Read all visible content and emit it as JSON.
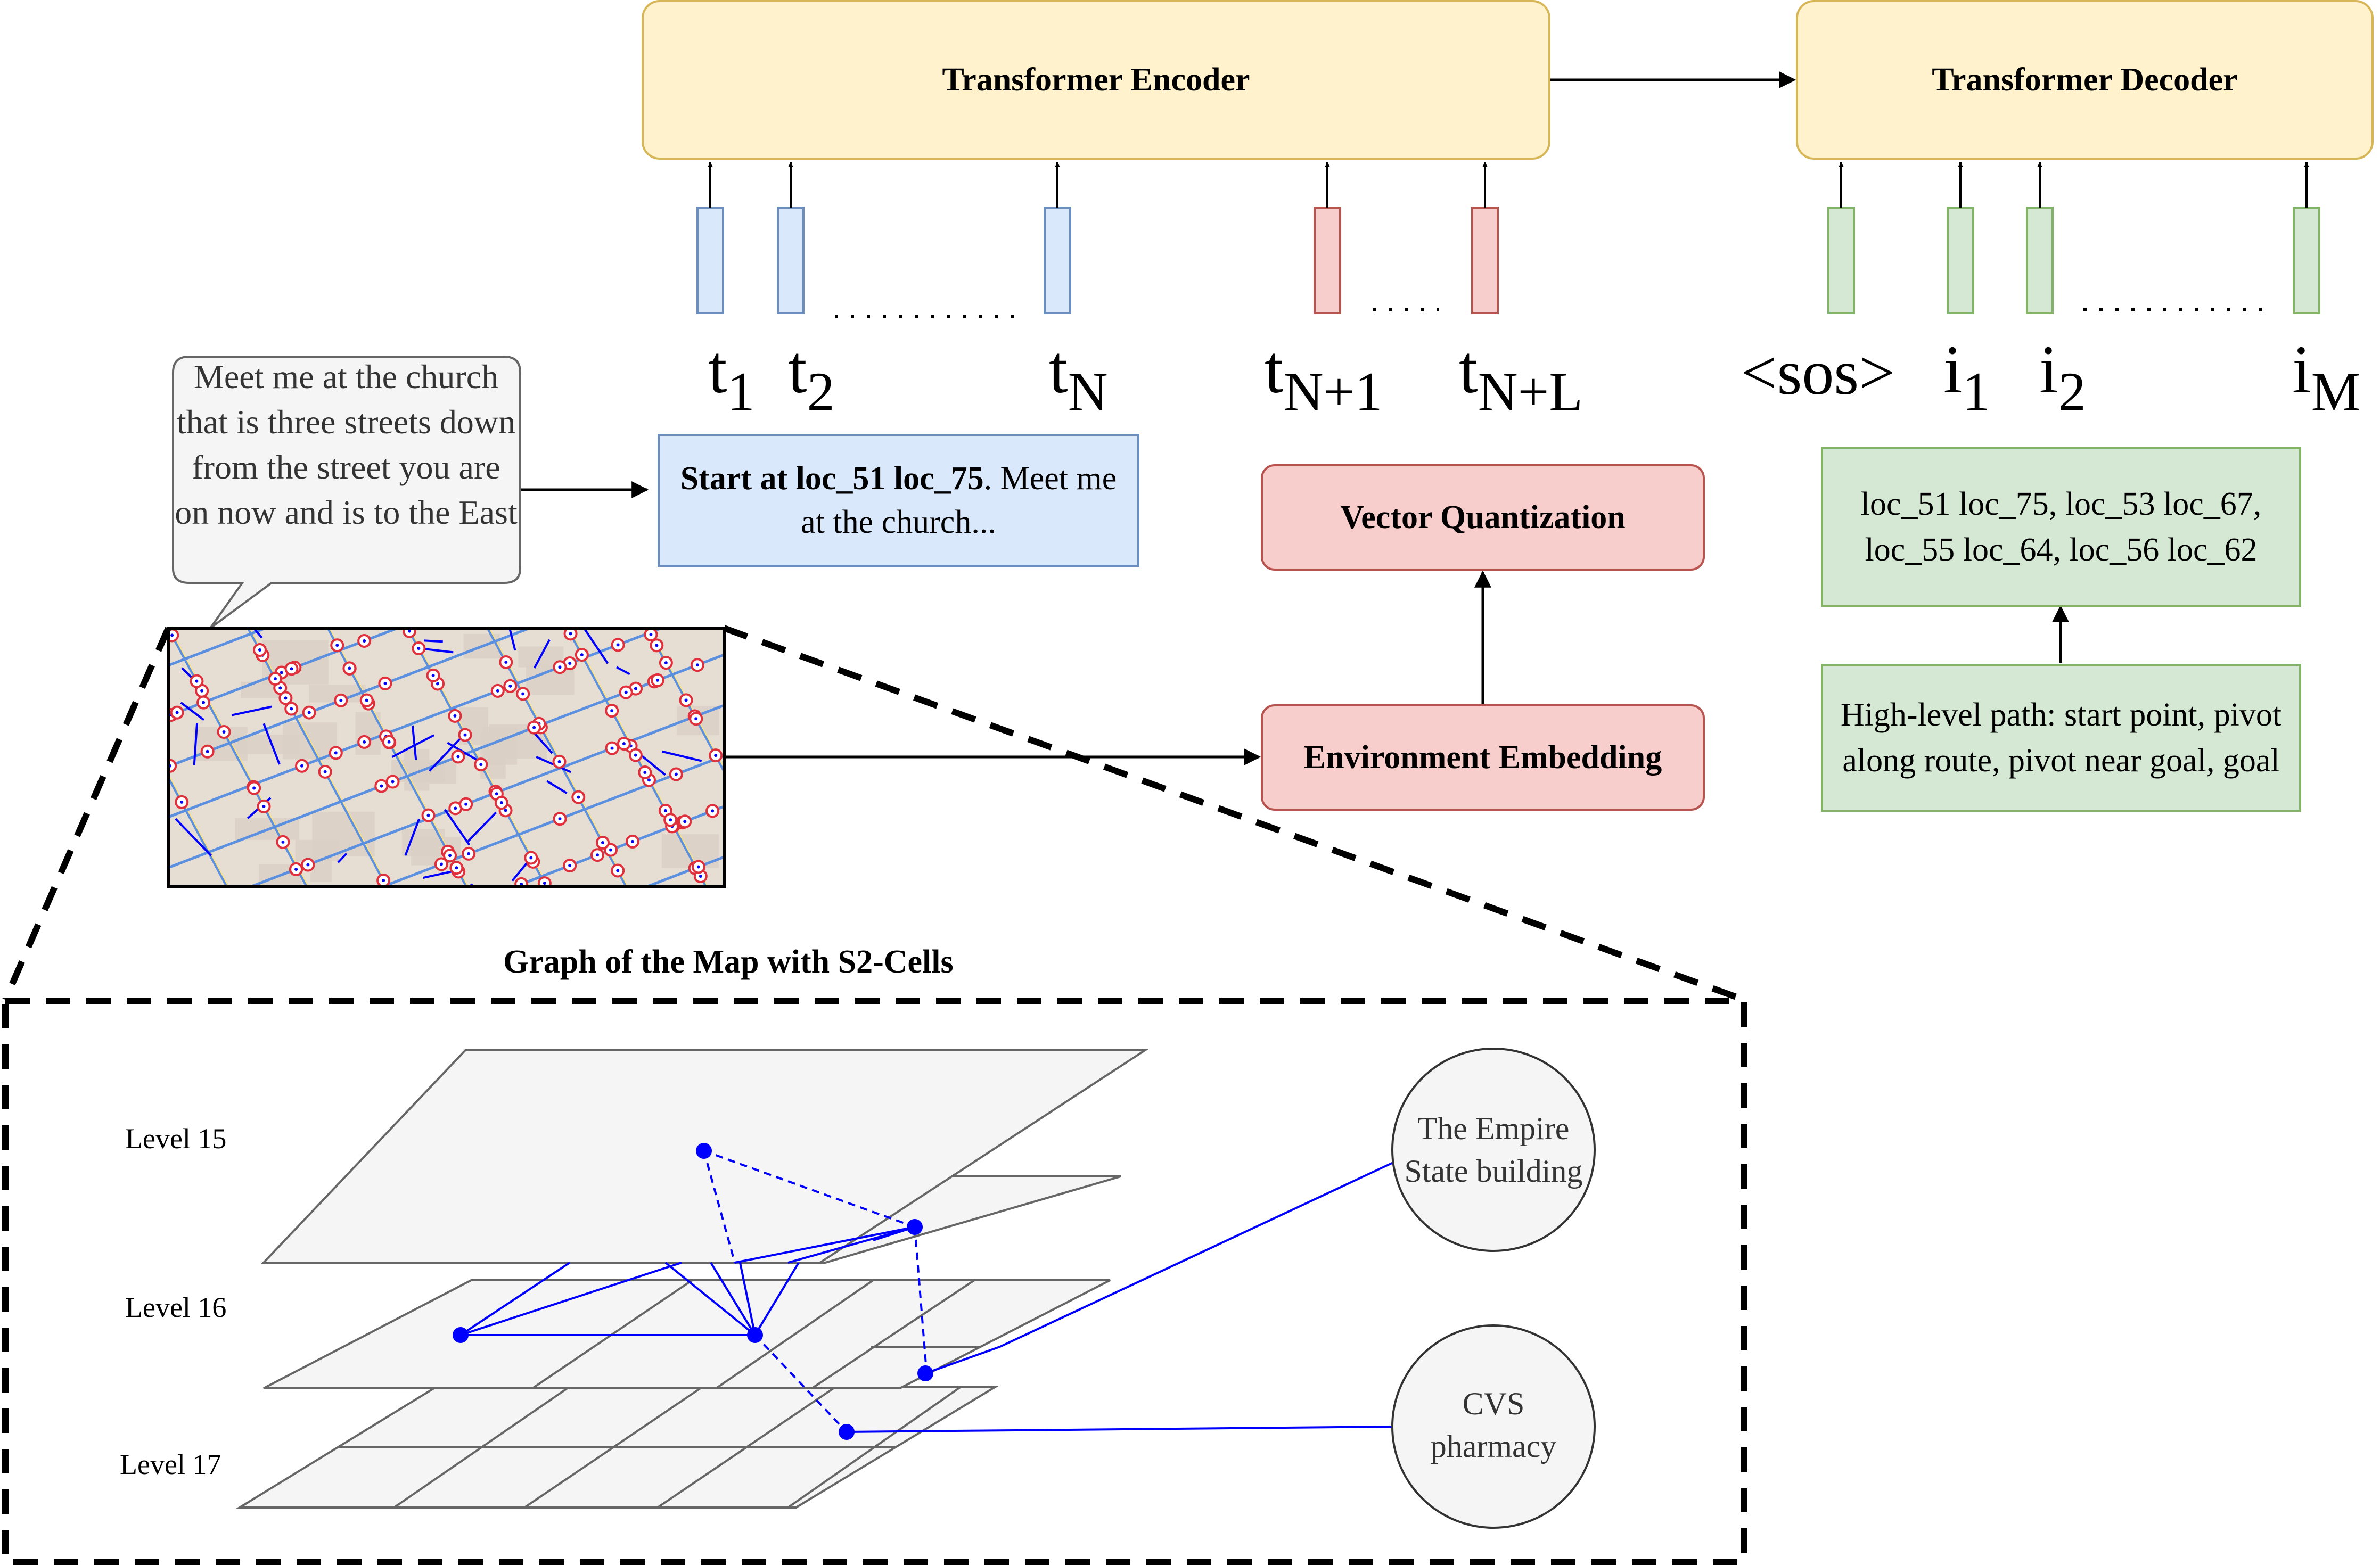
{
  "encoder": {
    "label": "Transformer Encoder"
  },
  "decoder": {
    "label": "Transformer Decoder"
  },
  "vector_quantization": {
    "label": "Vector Quantization"
  },
  "environment_embedding": {
    "label": "Environment Embedding"
  },
  "speech_bubble": {
    "text": "Meet me at the church that is three streets down from the street you are on now and is to the East"
  },
  "encoder_input": {
    "bold": "Start at loc_51 loc_75",
    "rest": ". Meet me at the church..."
  },
  "path_output": {
    "text": "loc_51 loc_75, loc_53 loc_67, loc_55 loc_64, loc_56 loc_62"
  },
  "high_level": {
    "text": "High-level path: start point, pivot along route,  pivot near goal, goal"
  },
  "tokens": {
    "t1": {
      "base": "t",
      "sub": "1"
    },
    "t2": {
      "base": "t",
      "sub": "2"
    },
    "tN": {
      "base": "t",
      "sub": "N"
    },
    "tN1": {
      "base": "t",
      "sub": "N+1"
    },
    "tNL": {
      "base": "t",
      "sub": "N+L"
    },
    "sos": "<sos>",
    "i1": {
      "base": "i",
      "sub": "1"
    },
    "i2": {
      "base": "i",
      "sub": "2"
    },
    "iM": {
      "base": "i",
      "sub": "M"
    }
  },
  "graph": {
    "title": "Graph of the Map with S2-Cells",
    "levels": [
      "Level 15",
      "Level 16",
      "Level 17"
    ],
    "landmarks": [
      "The Empire State building",
      "CVS pharmacy"
    ]
  },
  "colors": {
    "encoder_fill": "#fff2cc",
    "encoder_stroke": "#d6b656",
    "red_fill": "#f8cecc",
    "red_stroke": "#b85450",
    "blue_fill": "#dae8fc",
    "blue_stroke": "#6c8ebf",
    "green_fill": "#d5e8d4",
    "green_stroke": "#82b366",
    "graph_edge": "#0000ff",
    "map_marker": "#e0303c"
  }
}
